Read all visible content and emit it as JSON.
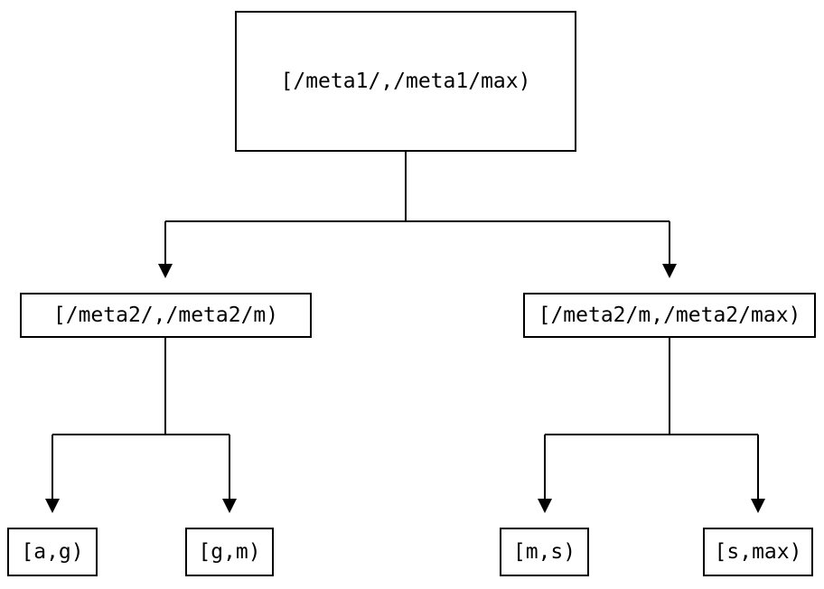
{
  "diagram": {
    "background_color": "#ffffff",
    "line_color": "#000000",
    "node_border_color": "#000000",
    "text_color": "#000000"
  },
  "tree": {
    "root": {
      "label": "[/meta1/,/meta1/max)",
      "children": [
        {
          "label": "[/meta2/,/meta2/m)",
          "children": [
            {
              "label": "[a,g)"
            },
            {
              "label": "[g,m)"
            }
          ]
        },
        {
          "label": "[/meta2/m,/meta2/max)",
          "children": [
            {
              "label": "[m,s)"
            },
            {
              "label": "[s,max)"
            }
          ]
        }
      ]
    }
  }
}
